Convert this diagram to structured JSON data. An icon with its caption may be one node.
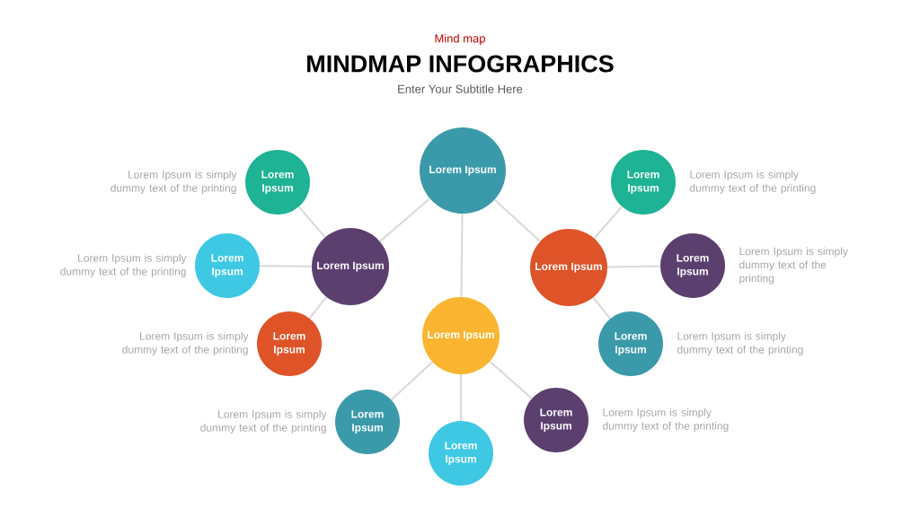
{
  "diagram": {
    "title": "MINDMAP INFOGRAPHICS",
    "nodes": [
      {
        "text": [
          "Lorem Ipsum"
        ]
      },
      {
        "text": [
          "Lorem Ipsum"
        ]
      },
      {
        "text": [
          "Lorem Ipsum"
        ],
        "beside": [
          "Lorem Ipsum is simply dummy text of the printing"
        ]
      },
      {
        "text": [
          "Lorem Ipsum"
        ],
        "beside": [
          "Lorem Ipsum is simply dummy text of the printing"
        ]
      },
      {
        "text": [
          "Lorem Ipsum"
        ],
        "beside": [
          "Lorem Ipsum is simply dummy text of the printing"
        ]
      },
      {
        "text": [
          "Lorem Ipsum"
        ]
      },
      {
        "text": [
          "Lorem Ipsum"
        ],
        "beside": [
          "Lorem Ipsum is simply dummy text of the printing"
        ]
      },
      {
        "text": [
          "Lorem Ipsum"
        ],
        "beside": [
          "Lorem Ipsum is simply dummy text of the printing"
        ]
      },
      {
        "text": [
          "Lorem Ipsum"
        ],
        "beside": [
          "Lorem Ipsum is simply dummy text of the printing"
        ]
      },
      {
        "text": [
          "Lorem Ipsum"
        ]
      },
      {
        "text": [
          "Lorem Ipsum"
        ],
        "beside": [
          "Lorem Ipsum is simply dummy text of the printing"
        ]
      },
      {
        "text": [
          "Lorem Ipsum"
        ]
      },
      {
        "text": [
          "Lorem Ipsum"
        ],
        "beside": [
          "Lorem Ipsum is simply dummy text of the printing"
        ]
      }
    ],
    "edges": [
      {
        "from": 0,
        "to": 1,
        "arrow": "none"
      },
      {
        "from": 0,
        "to": 5,
        "arrow": "none"
      },
      {
        "from": 0,
        "to": 9,
        "arrow": "none"
      },
      {
        "from": 1,
        "to": 2,
        "arrow": "none"
      },
      {
        "from": 1,
        "to": 3,
        "arrow": "none"
      },
      {
        "from": 1,
        "to": 4,
        "arrow": "none"
      },
      {
        "from": 5,
        "to": 6,
        "arrow": "none"
      },
      {
        "from": 5,
        "to": 7,
        "arrow": "none"
      },
      {
        "from": 5,
        "to": 8,
        "arrow": "none"
      },
      {
        "from": 9,
        "to": 10,
        "arrow": "none"
      },
      {
        "from": 9,
        "to": 11,
        "arrow": "none"
      },
      {
        "from": 9,
        "to": 12,
        "arrow": "none"
      }
    ],
    "labels": [
      "Mind map",
      "Enter Your Subtitle Here"
    ]
  }
}
